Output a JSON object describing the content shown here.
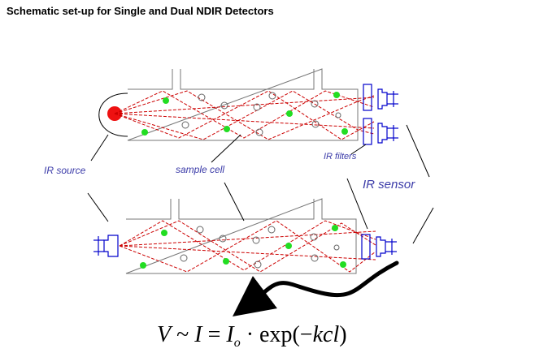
{
  "title": "Schematic set-up for Single and Dual NDIR Detectors",
  "labels": {
    "ir_source": "IR source",
    "sample_cell": "sample cell",
    "ir_filters": "IR filters",
    "ir_sensor": "IR sensor"
  },
  "equation": {
    "V": "V",
    "sim": " ~ ",
    "I": "I",
    "eq": " = ",
    "Io": "I",
    "o": "o",
    "dot": " · exp(",
    "minus": "−",
    "kcl": "kcl",
    "close": ")"
  },
  "colors": {
    "beam": "#cc0000",
    "source": "#ee1111",
    "green_molecule": "#22dd22",
    "optics": "#0000cc",
    "label": "#3a3aa8"
  }
}
